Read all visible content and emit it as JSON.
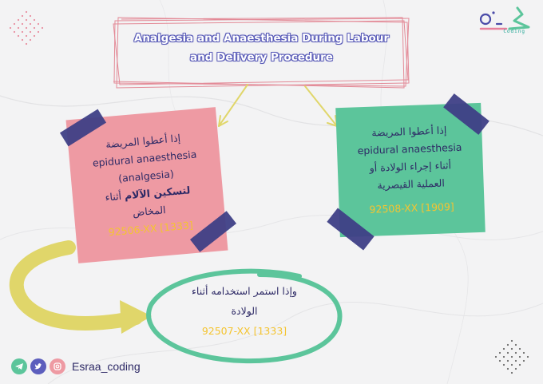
{
  "title": {
    "line1": "Analgesia and Anaesthesia During Labour",
    "line2": "and Delivery Procedure"
  },
  "left_card": {
    "line1": "إذا أعطوا المريضة",
    "line2": "epidural anaesthesia",
    "line3": "(analgesia)",
    "line4_bold": "لتسكين الآلام",
    "line4_rest": " أثناء",
    "line5": "المخاض",
    "code": "92506-XX [1333]"
  },
  "right_card": {
    "line1": "إذا أعطوا المريضة",
    "line2": "epidural anaesthesia",
    "line3": "أثناء إجراء الولادة أو",
    "line4": "العملية القيصرية",
    "code": "92508-XX [1909]"
  },
  "bottom_circle": {
    "line1": "وإذا استمر استخدامه أثناء",
    "line2": "الولادة",
    "code": "92507-XX [1333]"
  },
  "footer": {
    "handle": "Esraa_coding"
  },
  "logo": {
    "sub": "Coding"
  },
  "colors": {
    "pink_card": "#ee9aa3",
    "green_card": "#5cc59b",
    "tape": "#3e3f86",
    "code": "#f4c430",
    "text": "#2e2a66",
    "arrow_yellow": "#e0d66a",
    "circle_green": "#5cc59b"
  }
}
